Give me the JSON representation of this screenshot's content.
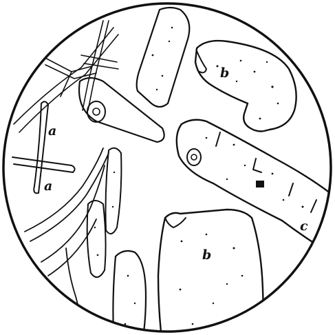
{
  "figure": {
    "labels": {
      "a_upper": "a",
      "a_lower": "a",
      "b_upper": "b",
      "b_lower": "b",
      "c_right": "c"
    },
    "colors": {
      "ink": "#111111",
      "paper": "#ffffff"
    }
  }
}
